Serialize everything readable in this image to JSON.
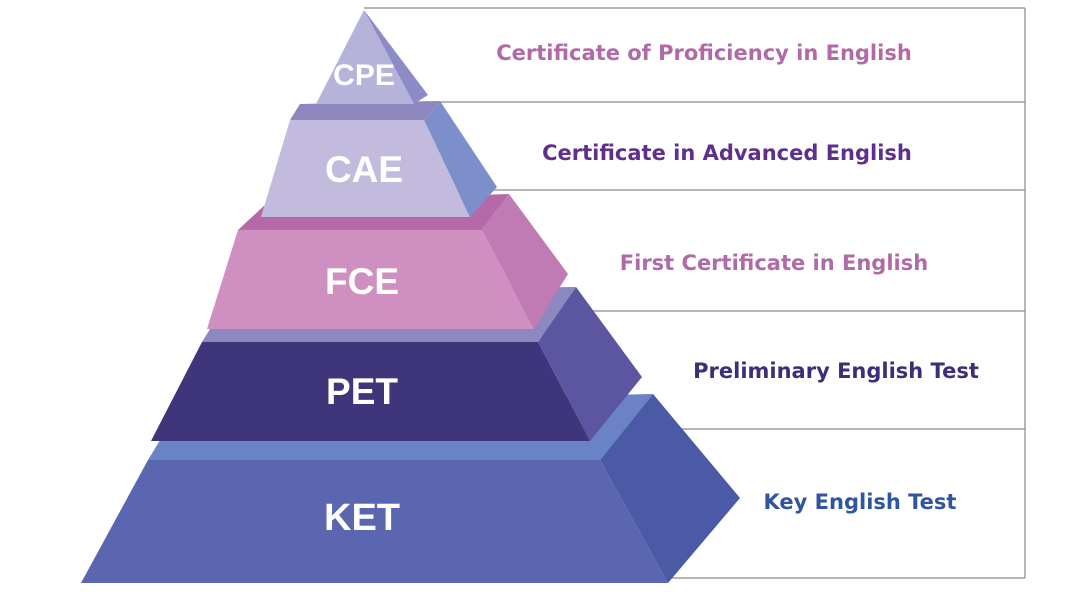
{
  "colors": {
    "frame": "#8a8a8a"
  },
  "tiers": [
    {
      "abbr": "CPE",
      "name": "Certificate of Proficiency in English",
      "text_color": "#b06aa6",
      "front_color": "#b6b3da",
      "side_color": "#8d8bc6",
      "top_color": "#c9c7e6"
    },
    {
      "abbr": "CAE",
      "name": "Certificate in Advanced English",
      "text_color": "#5f2f8c",
      "front_color": "#c3bbdd",
      "side_color": "#7d8fcb",
      "top_color": "#8e86be"
    },
    {
      "abbr": "FCE",
      "name": "First Certificate in English",
      "text_color": "#b06aa6",
      "front_color": "#cf8fc0",
      "side_color": "#c07ab4",
      "top_color": "#b569a9"
    },
    {
      "abbr": "PET",
      "name": "Preliminary English Test",
      "text_color": "#3a2f78",
      "front_color": "#3f357b",
      "side_color": "#5c55a0",
      "top_color": "#8c88c0"
    },
    {
      "abbr": "KET",
      "name": "Key English Test",
      "text_color": "#2f55a0",
      "front_color": "#5a66b0",
      "side_color": "#4a5aa6",
      "top_color": "#6a82c6"
    }
  ]
}
